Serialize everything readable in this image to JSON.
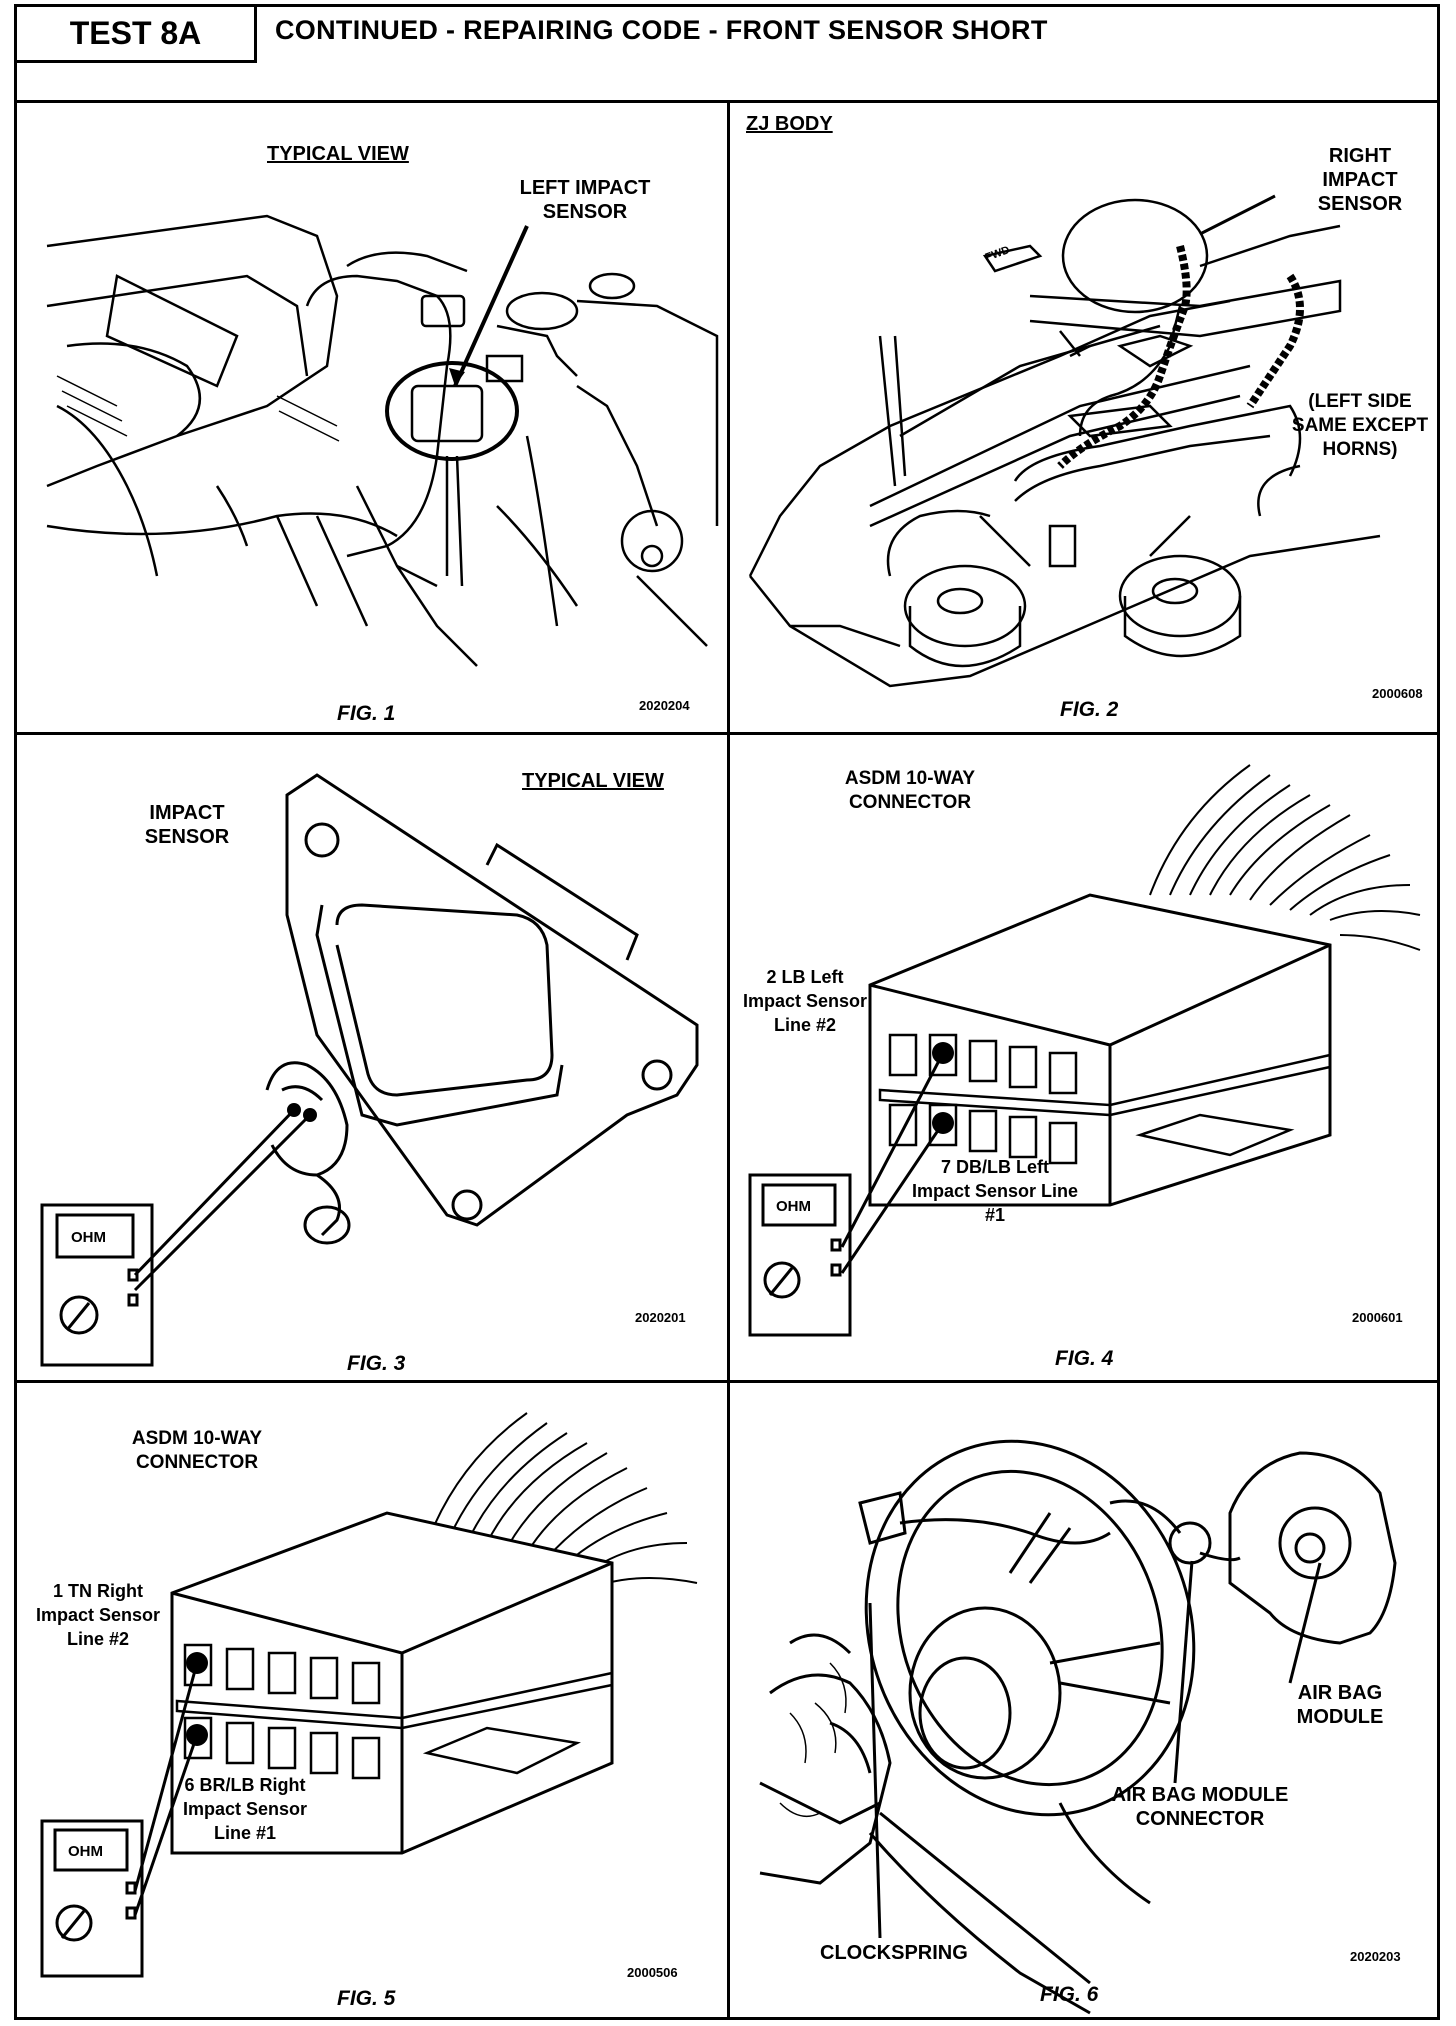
{
  "header": {
    "test_label": "TEST 8A",
    "title": "CONTINUED - REPAIRING CODE - FRONT SENSOR SHORT"
  },
  "panels": [
    {
      "view": "TYPICAL VIEW",
      "callouts": [
        "LEFT IMPACT SENSOR"
      ],
      "figure": "FIG. 1",
      "code": "2020204"
    },
    {
      "view": "ZJ BODY",
      "callouts": [
        "RIGHT IMPACT SENSOR",
        "(LEFT SIDE SAME EXCEPT HORNS)",
        "FWD"
      ],
      "figure": "FIG. 2",
      "code": "2000608"
    },
    {
      "view": "TYPICAL VIEW",
      "callouts": [
        "IMPACT SENSOR"
      ],
      "meter": "OHM",
      "figure": "FIG. 3",
      "code": "2020201"
    },
    {
      "view": "ASDM 10-WAY CONNECTOR",
      "callouts": [
        "2 LB Left Impact Sensor Line #2",
        "7 DB/LB Left Impact Sensor Line #1"
      ],
      "meter": "OHM",
      "figure": "FIG. 4",
      "code": "2000601"
    },
    {
      "view": "ASDM 10-WAY CONNECTOR",
      "callouts": [
        "1 TN Right Impact Sensor Line #2",
        "6 BR/LB Right Impact Sensor Line #1"
      ],
      "meter": "OHM",
      "figure": "FIG. 5",
      "code": "2000506"
    },
    {
      "view": "",
      "callouts": [
        "AIR BAG MODULE",
        "AIR BAG MODULE CONNECTOR",
        "CLOCKSPRING"
      ],
      "figure": "FIG. 6",
      "code": "2020203"
    }
  ]
}
